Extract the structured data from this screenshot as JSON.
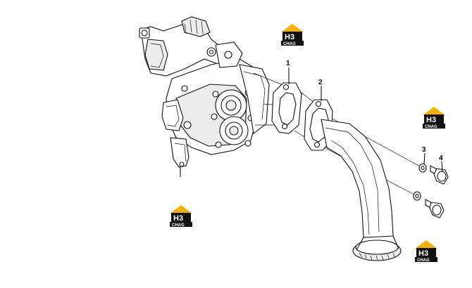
{
  "callouts": {
    "part1": "1",
    "part2": "2",
    "part3": "3",
    "part4": "4"
  },
  "watermark": {
    "mark": "H3",
    "text": "CHAG",
    "colors": {
      "roof": "#f2b300",
      "dark": "#111111"
    }
  }
}
